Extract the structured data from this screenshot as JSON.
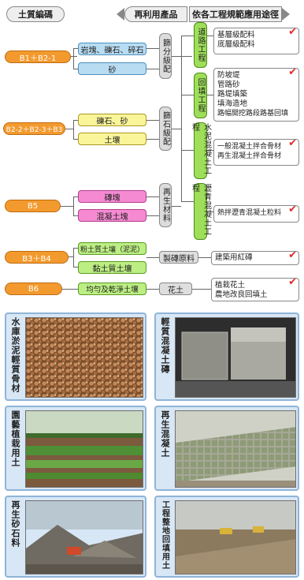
{
  "header": {
    "left": "土質編碼",
    "middle": "再利用產品",
    "right": "依各工程規範應用途徑"
  },
  "codes": {
    "b1": "B1＋B2-1",
    "b2": "B2-2＋B2-3＋B3",
    "b5": "B5",
    "b34": "B3＋B4",
    "b6": "B6"
  },
  "materials": {
    "rock_gravel": "岩塊、礫石、碎石",
    "sand": "砂",
    "gravel_sand": "礫石、砂",
    "soil": "土壤",
    "brick": "磚塊",
    "concrete_block": "混凝土塊",
    "silt_soil": "粉土質土壤（泥泥）",
    "clay_soil": "黏土質土壤",
    "uniform_dry_soil": "均勻及乾淨土壤"
  },
  "processes": {
    "sieve1": "篩分級配",
    "sieve2": "篩石級配",
    "recycle": "再生材料",
    "brick_material": "製磚原料",
    "flower_soil": "花土"
  },
  "categories": {
    "road": "道路工程",
    "backfill": "回填工程",
    "cement": "水泥混凝土工程",
    "asphalt": "瀝青混凝土工程"
  },
  "uses": {
    "road": [
      "基層級配料",
      "底層級配料"
    ],
    "backfill": [
      "防坡堤",
      "管路砂",
      "路堤填築",
      "填海造地",
      "路幅開挖路段路基回填"
    ],
    "cement": [
      "一般混凝土拌合骨材",
      "再生混凝土拌合骨材"
    ],
    "asphalt": [
      "熱拌瀝青混凝土粒料"
    ],
    "brick": [
      "建築用紅磚"
    ],
    "plant": [
      "植栽花土",
      "農地改良回填土"
    ]
  },
  "photos": {
    "p1": "水庫淤泥輕質骨材",
    "p2": "輕質混凝土磚",
    "p3": "園藝植栽用土",
    "p4": "再生混凝土",
    "p5": "再生砂石料",
    "p6": "工程整地回填用土"
  },
  "colors": {
    "orange": "#f39a2e",
    "blue": "#b8dcf2",
    "yellow": "#fbf59a",
    "pink": "#f58ad2",
    "green": "#bcee83",
    "check": "#e32b2b"
  }
}
